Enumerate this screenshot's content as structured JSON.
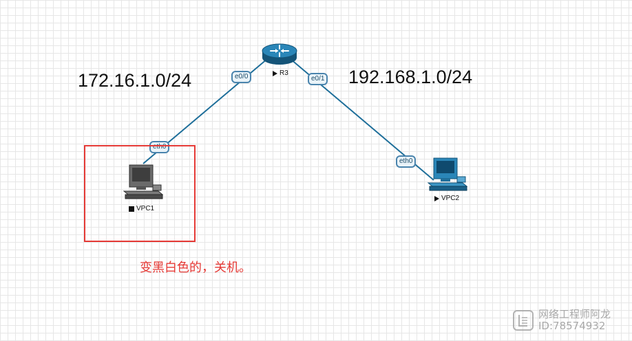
{
  "subnets": {
    "left": "172.16.1.0/24",
    "right": "192.168.1.0/24"
  },
  "router": {
    "name": "R3",
    "state": "running",
    "interfaces": {
      "left": "e0/0",
      "right": "e0/1"
    },
    "color": "#1f6f9a"
  },
  "vpc1": {
    "name": "VPC1",
    "state": "stopped",
    "interface": "eth0",
    "icon_color": "#555555"
  },
  "vpc2": {
    "name": "VPC2",
    "state": "running",
    "interface": "eth0",
    "icon_color": "#1f6f9a"
  },
  "annotation": {
    "text": "变黑白色的，关机。",
    "color": "#e53935"
  },
  "watermark": {
    "line1": "网络工程师阿龙",
    "line2": "ID:78574932"
  },
  "link_color": "#1f6f9a"
}
